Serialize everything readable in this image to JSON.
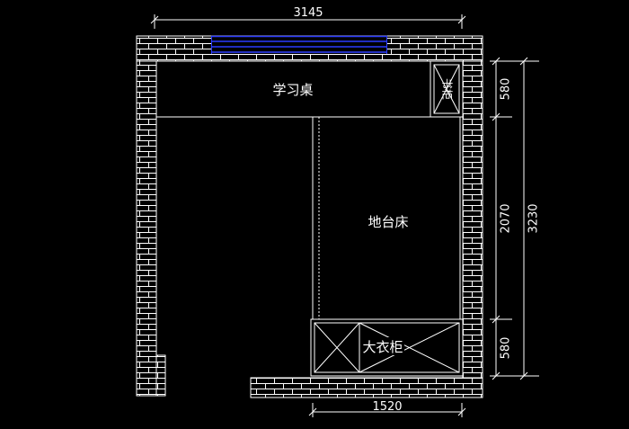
{
  "colors": {
    "background": "#000000",
    "lines": "#ffffff",
    "brick": "#ffffff",
    "window": "#2b3cff"
  },
  "dimensions": {
    "top_width": "3145",
    "bottom_width": "1520",
    "right_total": "3230",
    "right_top": "580",
    "right_middle": "2070",
    "right_bottom": "580"
  },
  "furniture": {
    "desk": "学习桌",
    "bed": "地台床",
    "wardrobe": "大衣柜",
    "cabinet": "书柜"
  }
}
